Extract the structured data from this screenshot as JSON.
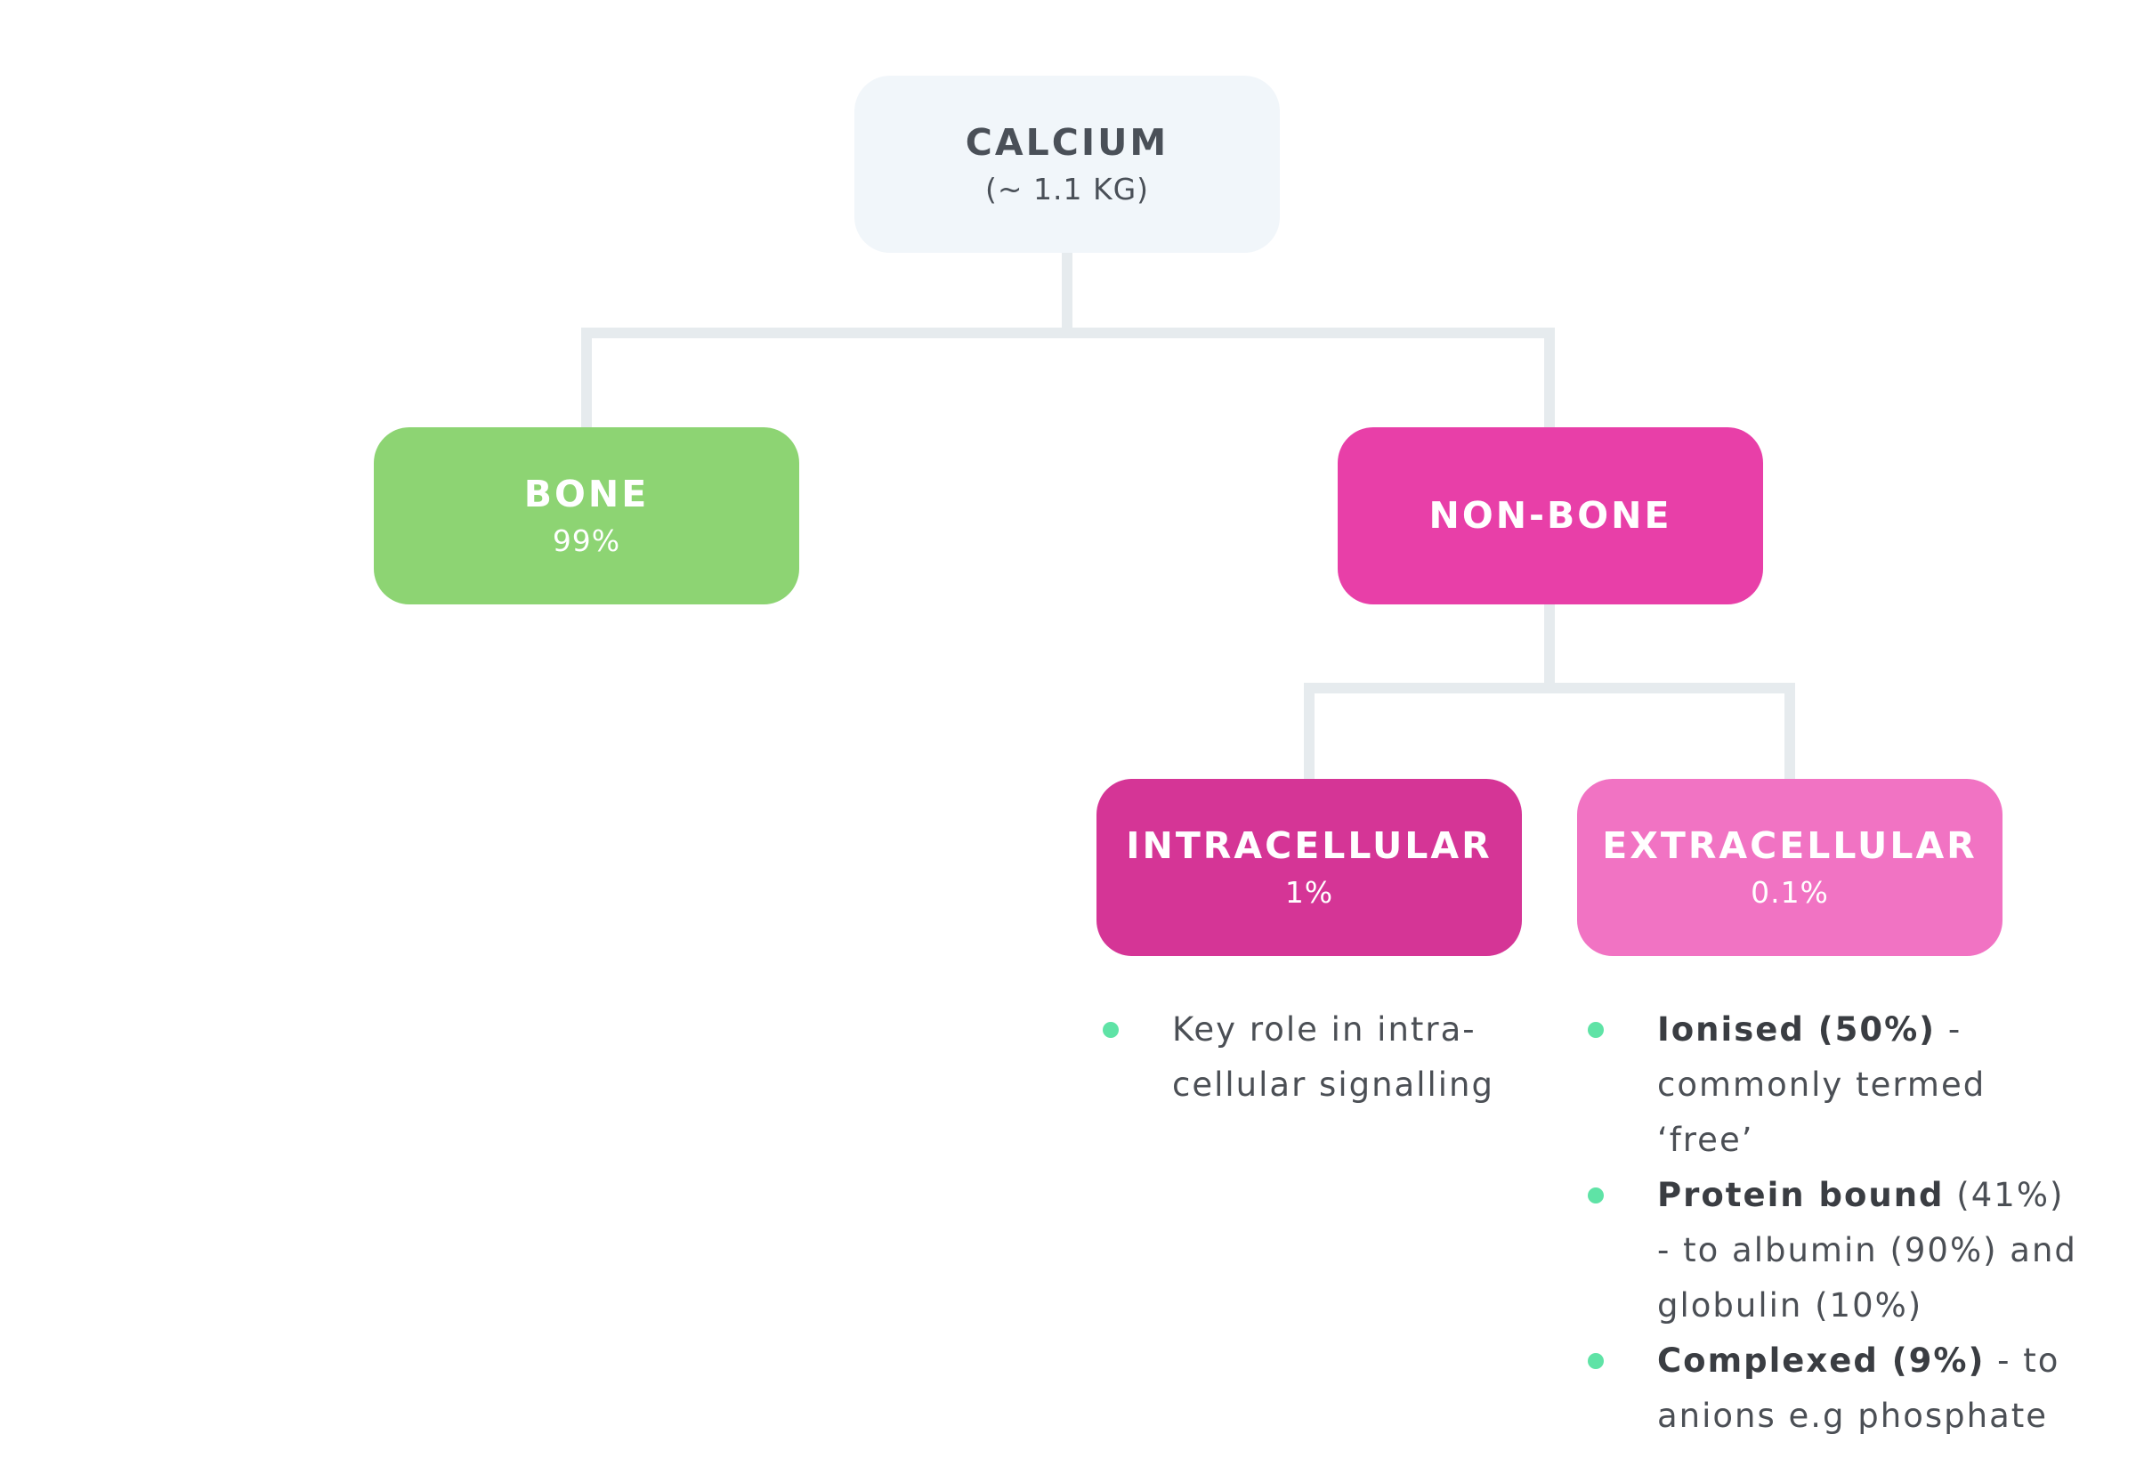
{
  "colors": {
    "connector": "#e6ebee",
    "calcium_bg": "#f1f6fa",
    "calcium_text": "#4a5058",
    "bone_bg": "#8dd473",
    "nonbone_bg": "#e83fa8",
    "intra_bg": "#d53596",
    "extra_bg": "#f173c3",
    "node_text_light": "#ffffff",
    "bullet_dot": "#5fe3a6",
    "bullet_text": "#3a3d42"
  },
  "nodes": {
    "calcium": {
      "title": "CALCIUM",
      "sub": "(~ 1.1 KG)"
    },
    "bone": {
      "title": "BONE",
      "sub": "99%"
    },
    "nonbone": {
      "title": "NON-BONE"
    },
    "intracellular": {
      "title": "INTRACELLULAR",
      "sub": "1%"
    },
    "extracellular": {
      "title": "EXTRACELLULAR",
      "sub": "0.1%"
    }
  },
  "intracellular_notes": [
    {
      "strong": "Key role in intra-cellular signalling",
      "rest": ""
    }
  ],
  "extracellular_notes": [
    {
      "strong": "Ionised (50%)",
      "rest": " - commonly termed ‘free’"
    },
    {
      "strong": "Protein bound",
      "rest": " (41%) - to albumin (90%) and globulin (10%)"
    },
    {
      "strong": "Complexed (9%)",
      "rest": " - to anions e.g phosphate"
    }
  ]
}
